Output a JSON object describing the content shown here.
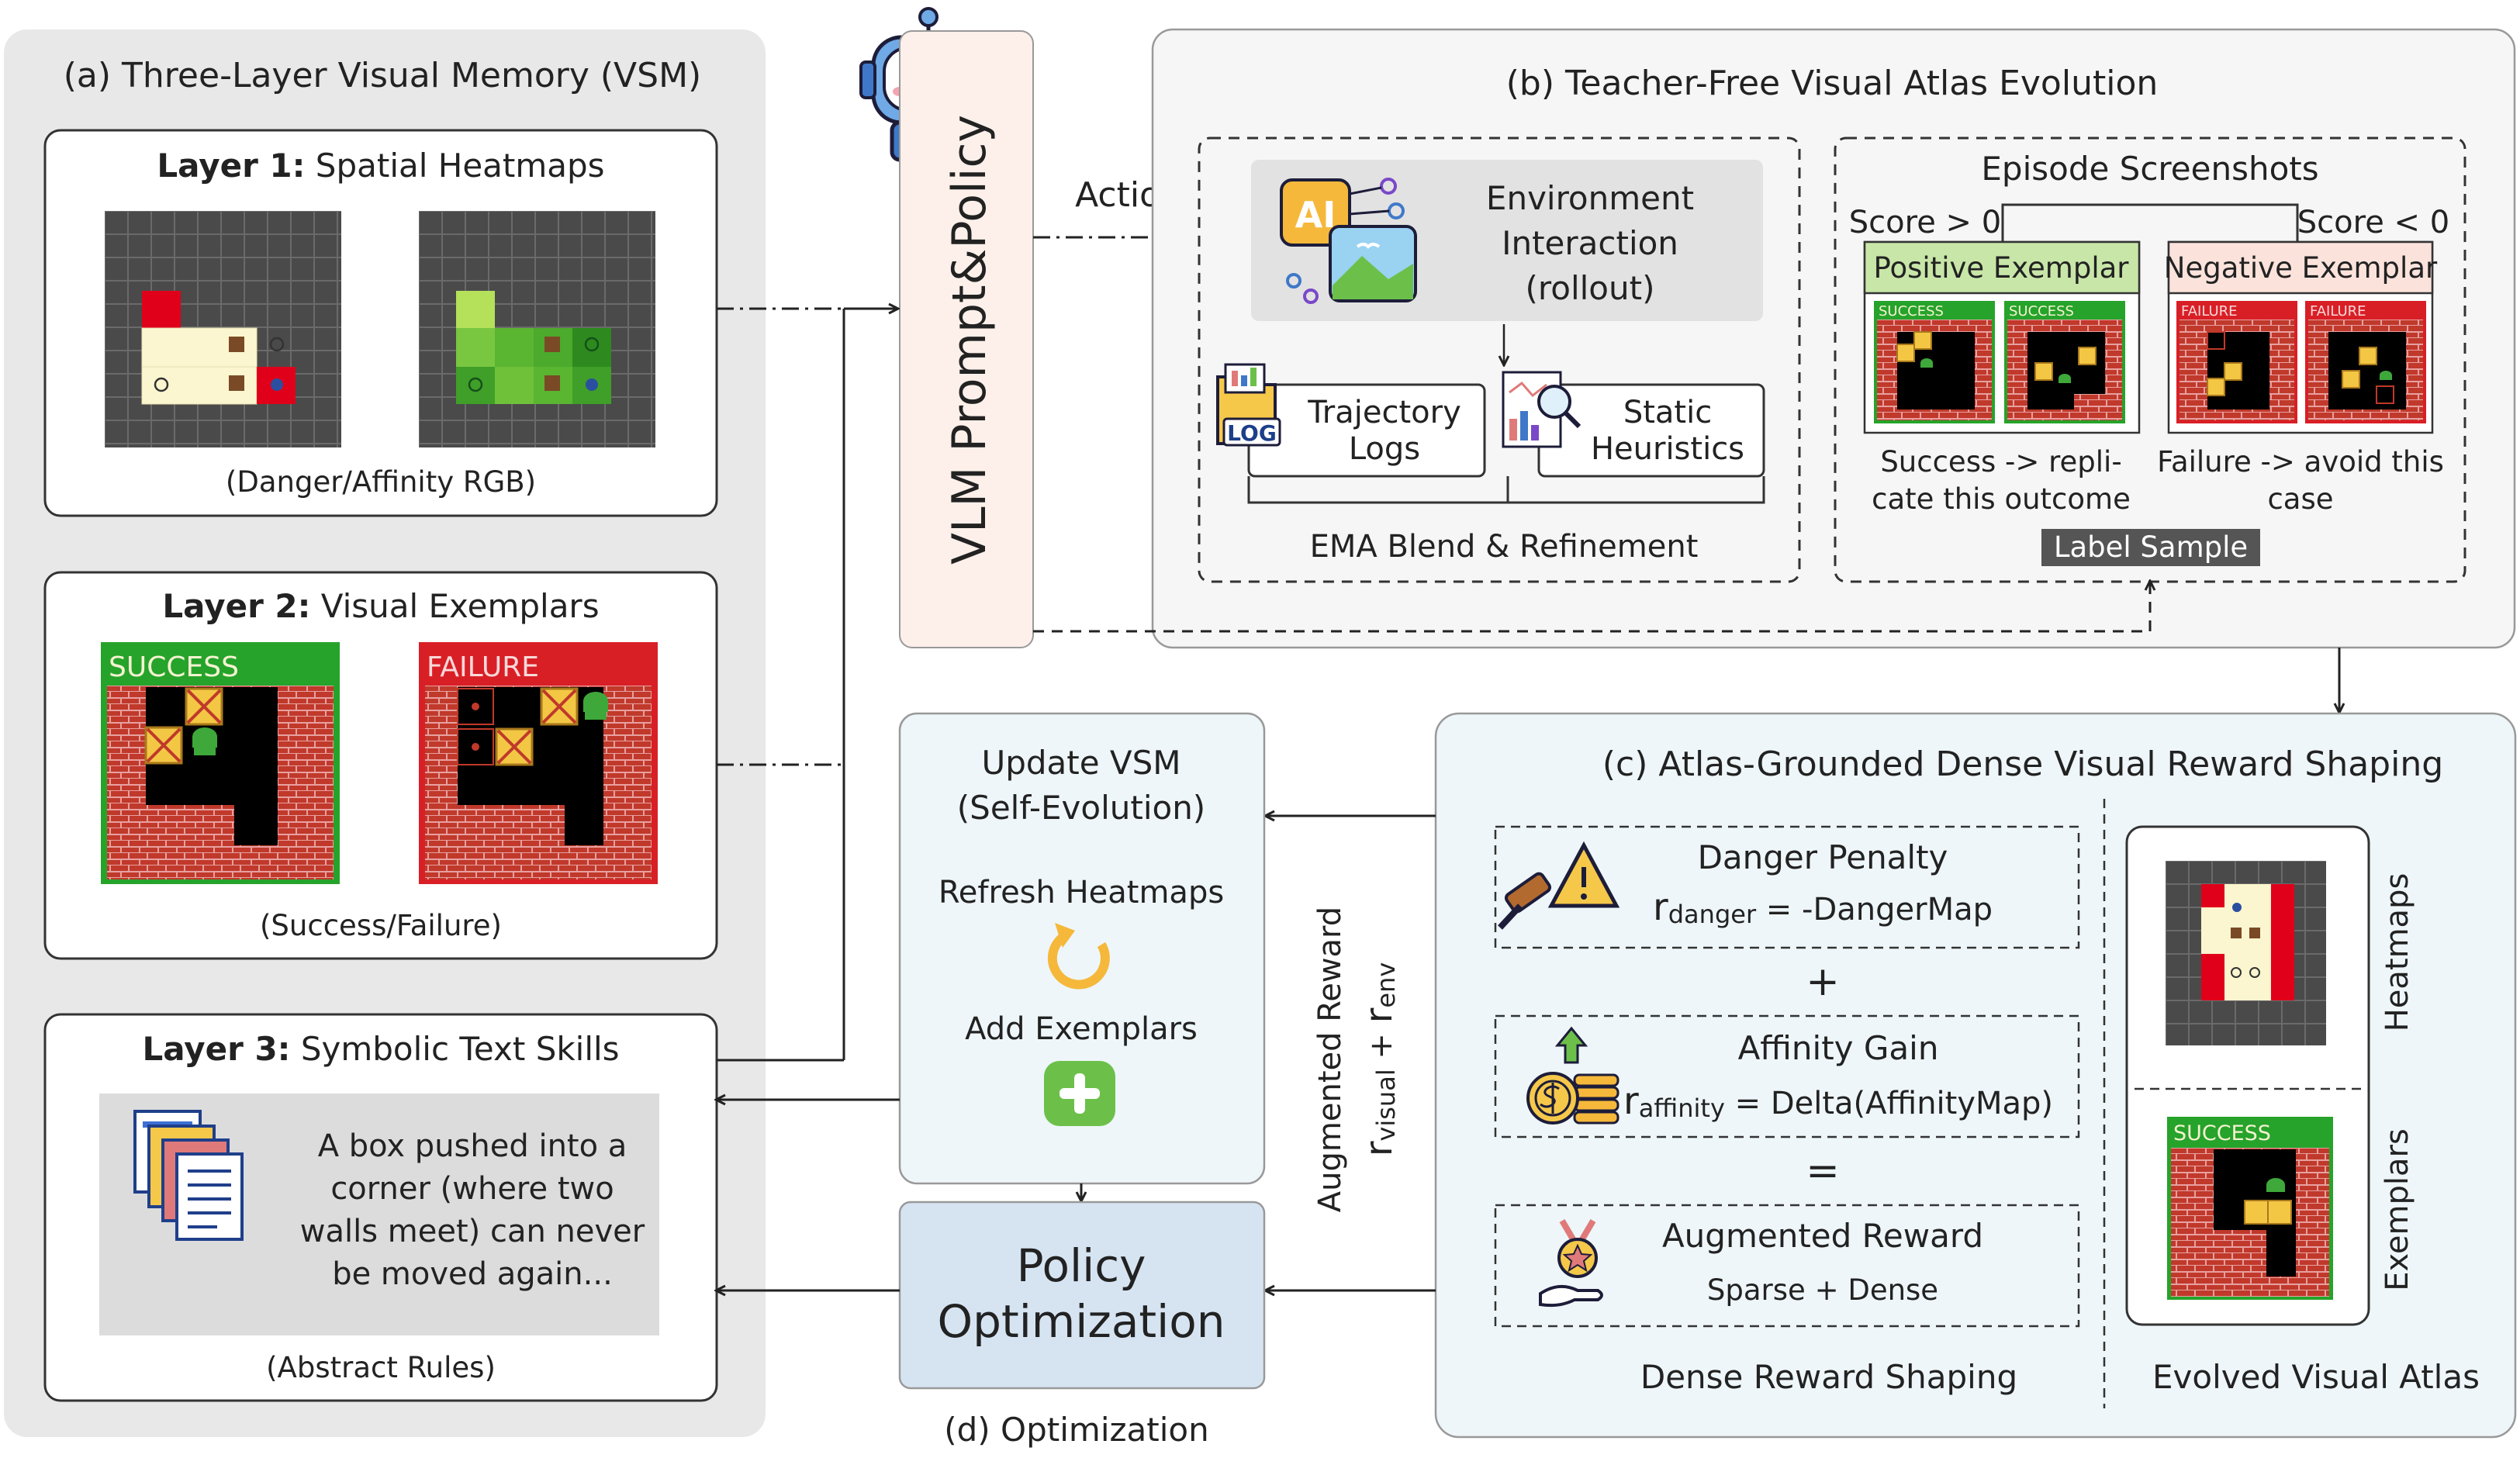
{
  "panel_a": {
    "title": "(a) Three-Layer Visual Memory (VSM)",
    "layer1": {
      "label": "Layer 1:",
      "title": "Spatial Heatmaps",
      "caption": "(Danger/Affinity RGB)"
    },
    "layer2": {
      "label": "Layer 2:",
      "title": "Visual Exemplars",
      "caption": "(Success/Failure)",
      "success_tag": "SUCCESS",
      "failure_tag": "FAILURE"
    },
    "layer3": {
      "label": "Layer 3:",
      "title": "Symbolic Text Skills",
      "rule_line1": "A box pushed into a",
      "rule_line2": "corner (where two",
      "rule_line3": "walls meet) can never",
      "rule_line4": "be moved again...",
      "caption": "(Abstract Rules)"
    }
  },
  "vlm": {
    "label": "VLM Prompt&Policy"
  },
  "action_label": "Action",
  "panel_b": {
    "title": "(b) Teacher-Free Visual Atlas Evolution",
    "env_line1": "Environment",
    "env_line2": "Interaction",
    "env_line3": "(rollout)",
    "ai_badge": "AI",
    "log_badge": "LOG",
    "trajectory_line1": "Trajectory",
    "trajectory_line2": "Logs",
    "static_line1": "Static",
    "static_line2": "Heuristics",
    "ema": "EMA Blend & Refinement",
    "episode_title": "Episode Screenshots",
    "score_pos": "Score > 0",
    "score_neg": "Score < 0",
    "positive": "Positive Exemplar",
    "negative": "Negative Exemplar",
    "success_tag": "SUCCESS",
    "failure_tag": "FAILURE",
    "success_line1": "Success -> repli-",
    "success_line2": "cate this outcome",
    "failure_line1": "Failure -> avoid this",
    "failure_line2": "case",
    "label_sample": "Label Sample"
  },
  "panel_c": {
    "title": "(c) Atlas-Grounded Dense Visual Reward Shaping",
    "danger_title": "Danger Penalty",
    "danger_r": "r",
    "danger_sub": "danger",
    "danger_eq": " = -DangerMap",
    "plus": "+",
    "affinity_title": "Affinity Gain",
    "affinity_r": "r",
    "affinity_sub": "affinity",
    "affinity_eq": " = Delta(AffinityMap)",
    "equals": "=",
    "aug_title": "Augmented Reward",
    "aug_sub": "Sparse + Dense",
    "dense_caption": "Dense Reward Shaping",
    "heatmaps_label": "Heatmaps",
    "exemplars_label": "Exemplars",
    "success_tag": "SUCCESS",
    "atlas_caption": "Evolved Visual Atlas"
  },
  "augmented_reward": {
    "label": "Augmented Reward",
    "r1": "r",
    "sub1": "visual",
    "plus": " + ",
    "r2": "r",
    "sub2": "env"
  },
  "update": {
    "line1": "Update VSM",
    "line2": "(Self-Evolution)",
    "refresh": "Refresh Heatmaps",
    "add": "Add Exemplars"
  },
  "policy": {
    "line1": "Policy",
    "line2": "Optimization"
  },
  "panel_d": {
    "caption": "(d) Optimization"
  }
}
